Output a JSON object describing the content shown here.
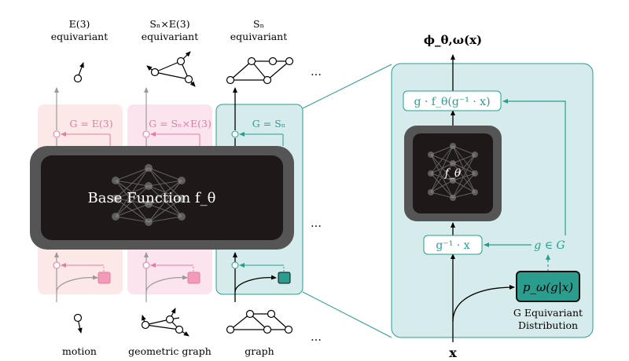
{
  "top_labels": {
    "e3": {
      "line1": "E(3)",
      "line2": "equivariant"
    },
    "sn_e3": {
      "line1": "Sₙ×E(3)",
      "line2": "equivariant"
    },
    "sn": {
      "line1": "Sₙ",
      "line2": "equivariant"
    }
  },
  "bottom_labels": {
    "motion": "motion",
    "geometric_graph": "geometric graph",
    "graph": "graph"
  },
  "group_labels": {
    "e3": "G = E(3)",
    "sn_e3": "G = Sₙ×E(3)",
    "sn": "G = Sₙ"
  },
  "base_function": "Base Function f_θ",
  "ellipsis": "…",
  "detail": {
    "output": "ϕ_θ,ω(x)",
    "g_f_box": "g · f_θ(g⁻¹ · x)",
    "net_label": "f_θ",
    "g_inv_box": "g⁻¹ · x",
    "g_in_G": "g ∈ G",
    "p_box": "p_ω(g|x)",
    "dist_line1": "G Equivariant",
    "dist_line2": "Distribution",
    "input": "x"
  },
  "colors": {
    "teal": "#2a9d8f",
    "teal_panel": "#d6ecec",
    "red_panel": "#fde8e8",
    "pink_panel": "#fce4ef",
    "pink_accent": "#e57aa5",
    "dark_box": "#1e1818",
    "dark_border": "#565656"
  }
}
